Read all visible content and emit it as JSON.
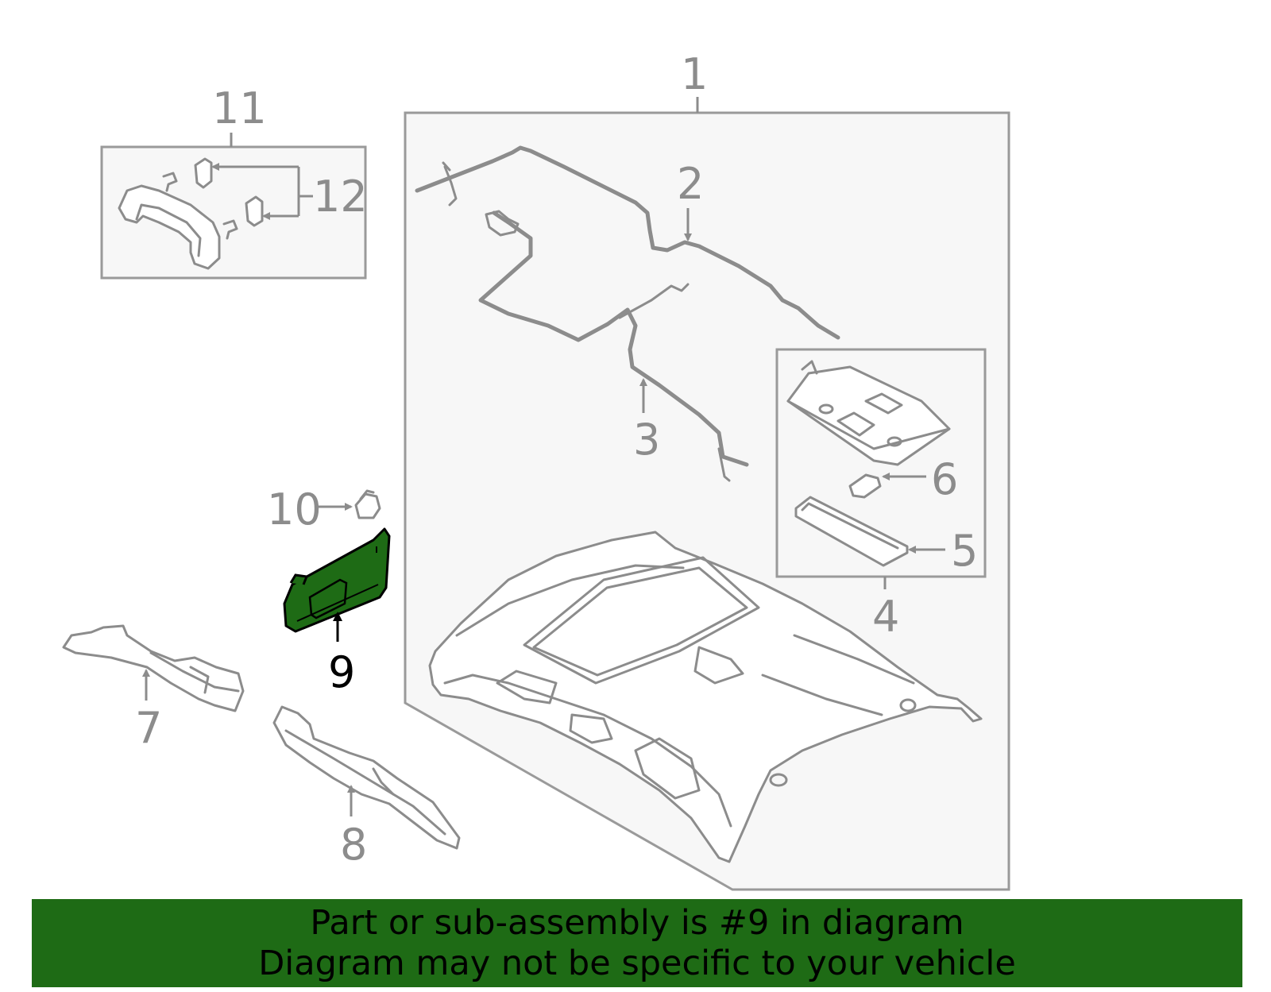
{
  "callouts": {
    "c1": "1",
    "c2": "2",
    "c3": "3",
    "c4": "4",
    "c5": "5",
    "c6": "6",
    "c7": "7",
    "c8": "8",
    "c9": "9",
    "c10": "10",
    "c11": "11",
    "c12": "12"
  },
  "highlight": {
    "part_number": "9",
    "color": "#1e6b15"
  },
  "banner": {
    "line1": "Part or sub-assembly is #9 in diagram",
    "line2": "Diagram may not be specific to your vehicle",
    "background": "#1e6b15"
  }
}
